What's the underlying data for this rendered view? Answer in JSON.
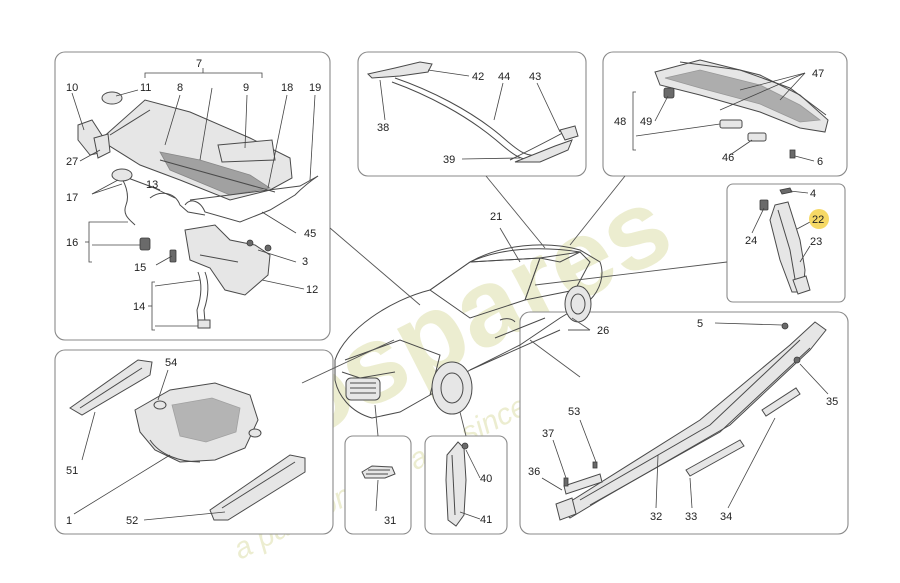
{
  "labels": {
    "p1": "1",
    "p3": "3",
    "p4": "4",
    "p5": "5",
    "p6": "6",
    "p7": "7",
    "p8": "8",
    "p9": "9",
    "p10": "10",
    "p11": "11",
    "p12": "12",
    "p13": "13",
    "p14": "14",
    "p15": "15",
    "p16": "16",
    "p17": "17",
    "p18": "18",
    "p19": "19",
    "p21": "21",
    "p22": "22",
    "p23": "23",
    "p24": "24",
    "p26": "26",
    "p27": "27",
    "p31": "31",
    "p32": "32",
    "p33": "33",
    "p34": "34",
    "p35": "35",
    "p36": "36",
    "p37": "37",
    "p38": "38",
    "p39": "39",
    "p40": "40",
    "p41": "41",
    "p42": "42",
    "p43": "43",
    "p44": "44",
    "p45": "45",
    "p46": "46",
    "p47": "47",
    "p48": "48",
    "p49": "49",
    "p51": "51",
    "p52": "52",
    "p53": "53",
    "p54": "54"
  },
  "watermark": {
    "brand": "eurospares",
    "tagline": "a passion for parts since 1985"
  },
  "colors": {
    "highlight_box": "#e0161e",
    "highlight_dot": "#f5d24a",
    "watermark": "#c9cc7a"
  }
}
